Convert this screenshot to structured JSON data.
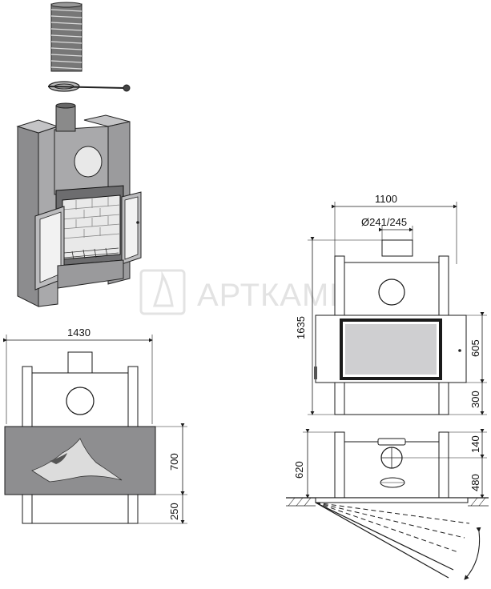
{
  "watermark": {
    "text": "АРТКАМИН"
  },
  "front_view": {
    "width_label": "1430",
    "decor_height_label": "700",
    "leg_height_label": "250"
  },
  "elevation_view": {
    "width_label": "1100",
    "flue_diameter_label": "Ø241/245",
    "total_height_label": "1635",
    "opening_height_label": "605",
    "base_height_label": "300"
  },
  "plan_view": {
    "depth_label": "620",
    "upper_depth_label": "140",
    "lower_depth_label": "480"
  },
  "colors": {
    "body_gray": "#a9a9ab",
    "panel_gray": "#8e8e90",
    "line": "#1a1a1a"
  }
}
